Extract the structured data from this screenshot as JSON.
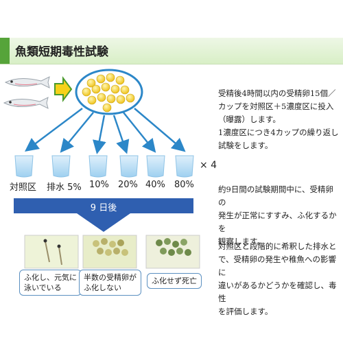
{
  "title": "魚類短期毒性試験",
  "concentrations": [
    "対照区",
    "排水 5%",
    "10%",
    "20%",
    "40%",
    "80%"
  ],
  "multiplier": "× 4",
  "after_label": "9 日後",
  "outcomes": [
    {
      "text_line1": "ふ化し、元気に",
      "text_line2": "泳いでいる"
    },
    {
      "text_line1": "半数の受精卵が",
      "text_line2": "ふ化しない"
    },
    {
      "text_line1": "ふ化せず死亡",
      "text_line2": ""
    }
  ],
  "descriptions": [
    {
      "lines": [
        "受精後4時間以内の受精卵15個／",
        "カップを対照区＋5濃度区に投入",
        "（曝露）します。",
        "1濃度区につき4カップの繰り返し",
        "試験をします。"
      ]
    },
    {
      "lines": [
        "約9日間の試験期間中に、受精卵の",
        "発生が正常にすすみ、ふ化するかを",
        "観察します。"
      ]
    },
    {
      "lines": [
        "対照区と段階的に希釈した排水と",
        "で、受精卵の発生や稚魚への影響に",
        "違いがあるかどうかを確認し、毒性",
        "を評価します。"
      ]
    }
  ],
  "colors": {
    "accent_green": "#56a43a",
    "arrow_blue": "#2c87c8",
    "band_blue": "#2f5fb0",
    "egg_yellow": "#f2cc1a"
  }
}
